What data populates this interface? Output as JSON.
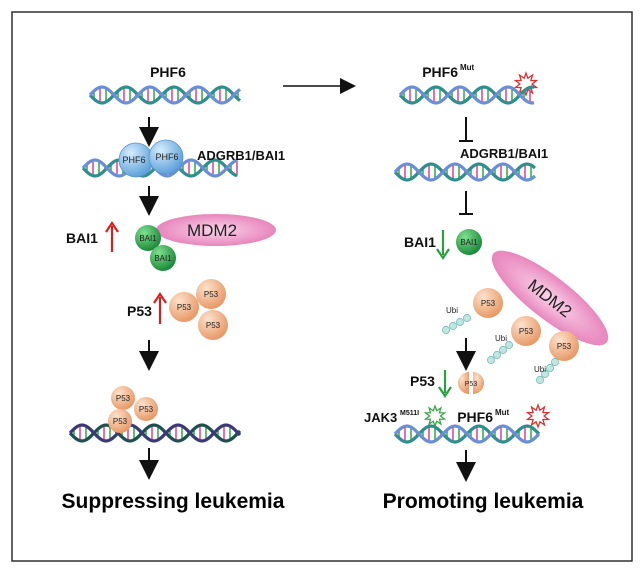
{
  "left": {
    "gene": "PHF6",
    "complex_label_1": "PHF6",
    "complex_label_2": "PHF6",
    "target": "ADGRB1/BAI1",
    "bai1_label": "BAI1",
    "bai1_ball_1": "BAI1",
    "bai1_ball_2": "BAI1",
    "mdm2": "MDM2",
    "p53_label": "P53",
    "p53_ball": "P53",
    "outcome": "Suppressing leukemia"
  },
  "right": {
    "gene": "PHF6",
    "gene_sup": "Mut",
    "target": "ADGRB1/BAI1",
    "bai1_label": "BAI1",
    "bai1_ball": "BAI1",
    "mdm2": "MDM2",
    "p53_ball": "P53",
    "ubi": "Ubi",
    "p53_label": "P53",
    "jak3": "JAK3",
    "jak3_sup": "M511I",
    "gene2": "PHF6",
    "gene2_sup": "Mut",
    "outcome": "Promoting leukemia"
  },
  "colors": {
    "dna_blue": "#6b8fd6",
    "dna_teal": "#2f8f8f",
    "dna_purple": "#9a6cc9",
    "rung_pink": "#e04aa0",
    "rung_green": "#3ab04a",
    "phf6_blue": "#7fb8e8",
    "bai1_green": "#2fa84f",
    "mdm2_pink": "#ec8cc6",
    "p53_orange": "#f2b48a",
    "arrow_red": "#d42020",
    "arrow_green": "#2aa040",
    "star_red": "#e03030",
    "star_green": "#3aa84a"
  }
}
